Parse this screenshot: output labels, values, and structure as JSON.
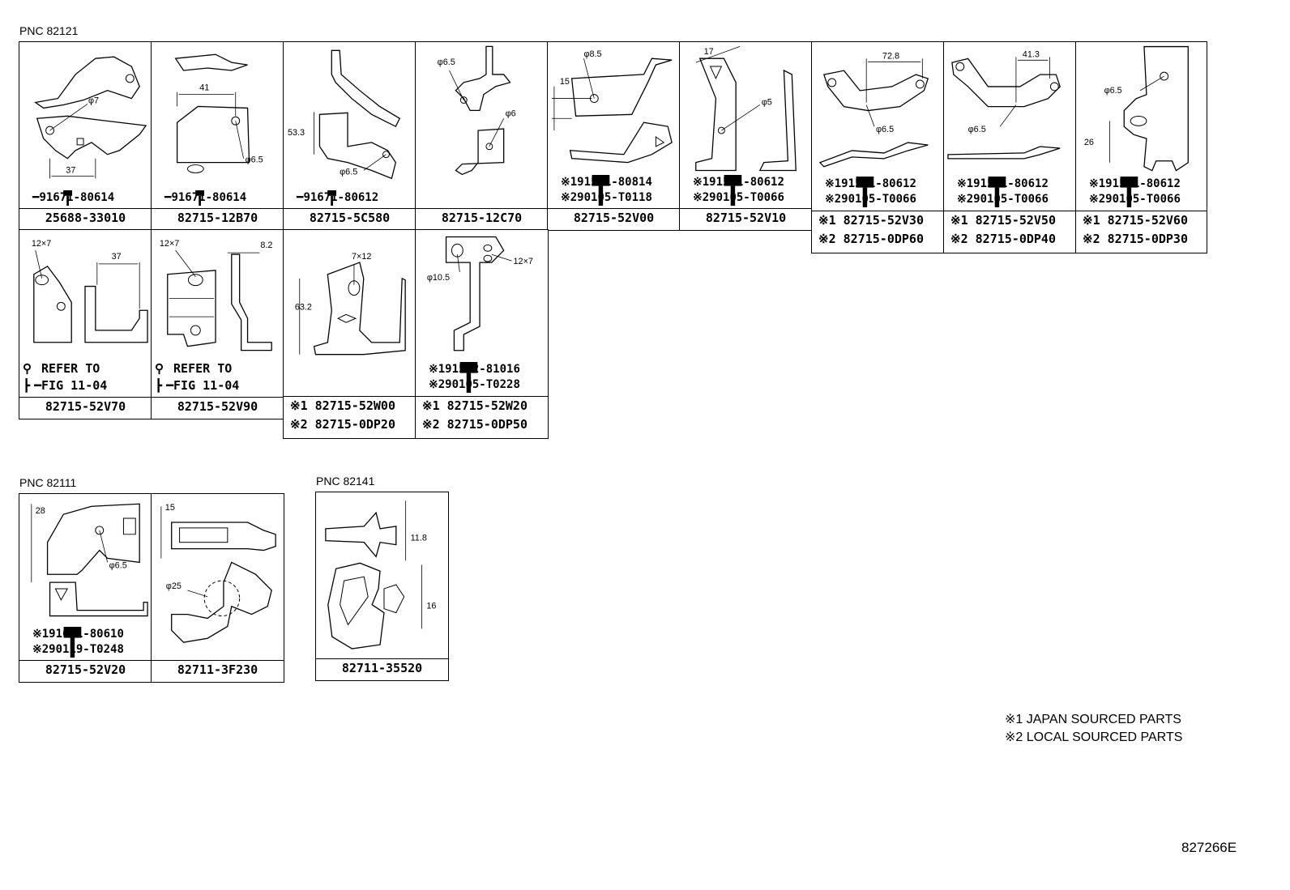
{
  "groups": {
    "g1": {
      "pnc": "PNC 82121"
    },
    "g2": {
      "pnc": "PNC 82111"
    },
    "g3": {
      "pnc": "PNC 82141"
    }
  },
  "cells": {
    "c1": {
      "part": "25688-33010",
      "fastener": "91671-80614",
      "dims": [
        "φ7",
        "37"
      ]
    },
    "c2": {
      "part": "82715-12B70",
      "fastener": "91671-80614",
      "dims": [
        "41",
        "φ6.5"
      ]
    },
    "c3": {
      "part": "82715-5C580",
      "fastener": "91671-80612",
      "dims": [
        "53.3",
        "φ6.5"
      ]
    },
    "c4": {
      "part": "82715-12C70",
      "dims": [
        "φ6.5",
        "φ6"
      ]
    },
    "c5": {
      "part": "82715-52V00",
      "fasteners": [
        "※191551-80814",
        "※290105-T0118"
      ],
      "dims": [
        "φ8.5",
        "15"
      ]
    },
    "c6": {
      "part": "82715-52V10",
      "fasteners": [
        "※191551-80612",
        "※290105-T0066"
      ],
      "dims": [
        "17",
        "φ5"
      ]
    },
    "c7": {
      "parts": [
        "※1 82715-52V30",
        "※2 82715-0DP60"
      ],
      "fasteners": [
        "※191551-80612",
        "※290105-T0066"
      ],
      "dims": [
        "72.8",
        "φ6.5"
      ]
    },
    "c8": {
      "parts": [
        "※1 82715-52V50",
        "※2 82715-0DP40"
      ],
      "fasteners": [
        "※191551-80612",
        "※290105-T0066"
      ],
      "dims": [
        "41.3",
        "φ6.5"
      ]
    },
    "c9": {
      "parts": [
        "※1 82715-52V60",
        "※2 82715-0DP30"
      ],
      "fasteners": [
        "※191551-80612",
        "※290105-T0066"
      ],
      "dims": [
        "φ6.5",
        "26"
      ]
    },
    "c10": {
      "part": "82715-52V70",
      "refer": [
        "REFER TO",
        "FIG 11-04"
      ],
      "dims": [
        "12×7",
        "37"
      ]
    },
    "c11": {
      "part": "82715-52V90",
      "refer": [
        "REFER TO",
        "FIG 11-04"
      ],
      "dims": [
        "12×7",
        "8.2"
      ]
    },
    "c12": {
      "parts": [
        "※1 82715-52W00",
        "※2 82715-0DP20"
      ],
      "dims": [
        "7×12",
        "63.2"
      ]
    },
    "c13": {
      "parts": [
        "※1 82715-52W20",
        "※2 82715-0DP50"
      ],
      "fasteners": [
        "※191552-81016",
        "※290105-T0228"
      ],
      "dims": [
        "φ10.5",
        "12×7"
      ]
    },
    "c14": {
      "part": "82715-52V20",
      "fasteners": [
        "※191671-80610",
        "※290119-T0248"
      ],
      "dims": [
        "28",
        "φ6.5"
      ]
    },
    "c15": {
      "part": "82711-3F230",
      "dims": [
        "15",
        "φ25"
      ]
    },
    "c16": {
      "part": "82711-35520",
      "dims": [
        "11.8",
        "16"
      ]
    }
  },
  "notes": [
    "※1 JAPAN SOURCED PARTS",
    "※2 LOCAL SOURCED PARTS"
  ],
  "figure_code": "827266E"
}
